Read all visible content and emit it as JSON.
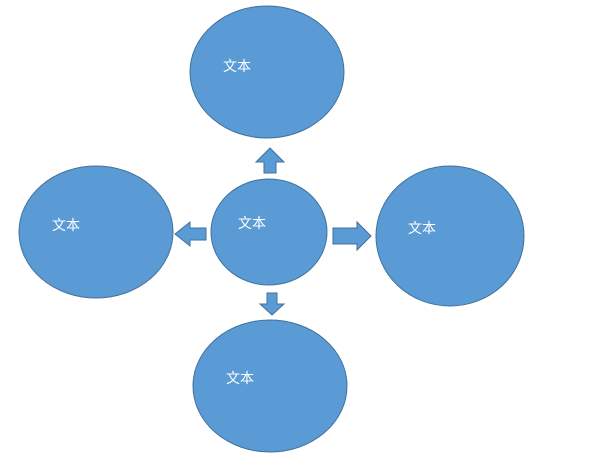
{
  "colors": {
    "fill": "#5b9bd5",
    "stroke": "#41719c",
    "text": "#ffffff"
  },
  "nodes": {
    "top": {
      "label": "文本"
    },
    "left": {
      "label": "文本"
    },
    "center": {
      "label": "文本"
    },
    "right": {
      "label": "文本"
    },
    "bottom": {
      "label": "文本"
    }
  },
  "arrows": {
    "up": "arrow-up-icon",
    "left": "arrow-left-icon",
    "right": "arrow-right-icon",
    "down": "arrow-down-icon"
  }
}
